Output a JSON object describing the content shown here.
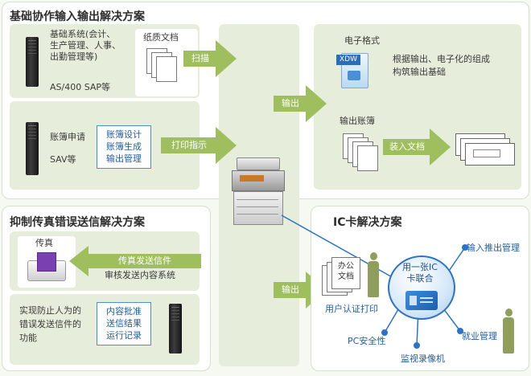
{
  "sections": {
    "collab": {
      "title": "基础协作输入输出解决方案",
      "basic_system": "基础系统(会计、\n生产管理、人事、\n出勤管理等)",
      "as400": "AS/400 SAP等",
      "paper_doc": "纸质文档",
      "scan": "扫描",
      "ledger_request": "账簿申请",
      "sav": "SAV等",
      "ledger_box": "账簿设计\n账簿生成\n输出管理",
      "print_instruction": "打印指示",
      "output": "输出",
      "e_format": "电子格式",
      "xdw": "XDW",
      "e_desc": "根据输出、电子化的组成\n构筑输出基础",
      "ledger_output": "输出账簿",
      "load_doc": "装入文档"
    },
    "fax": {
      "title": "抑制传真错误送信解决方案",
      "fax_label": "传真",
      "fax_send": "传真发送信件",
      "review_system": "审核发送内容系统",
      "prevent_text": "实现防止人为的\n错误发送信件的\n功能",
      "approval_box": "内容批准\n送信结果\n运行记录",
      "output": "输出"
    },
    "ic": {
      "title": "IC卡解决方案",
      "office_doc": "办公\n文档",
      "user_auth_print": "用户认证打印",
      "card_center": "用一张IC\n卡联合",
      "input_output_mgmt": "输入推出管理",
      "employment_mgmt": "就业管理",
      "pc_security": "PC安全性",
      "video_monitor": "监视录像机"
    }
  },
  "colors": {
    "accent_green": "#9fbf5e",
    "panel_green": "#e6eedb",
    "link_blue": "#2a73c9",
    "box_blue": "#4c8fcf"
  }
}
